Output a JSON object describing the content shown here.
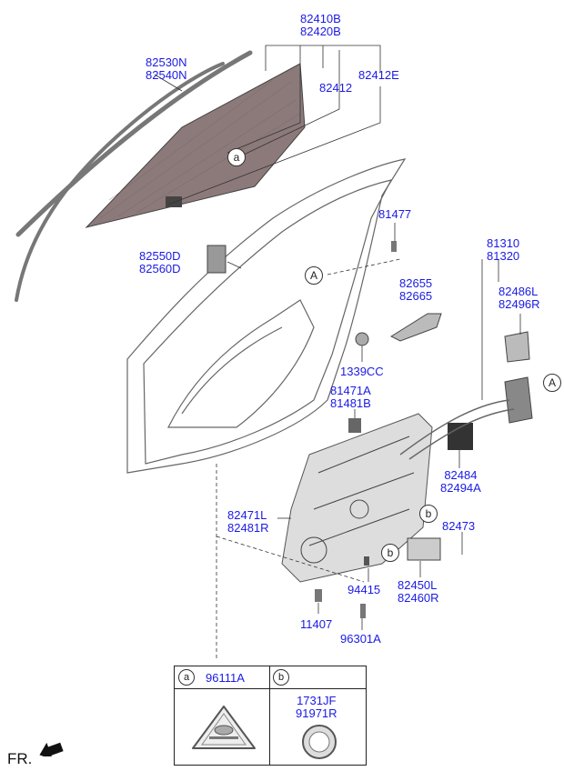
{
  "parts": {
    "window_glass": [
      "82410B",
      "82420B"
    ],
    "run_channel": [
      "82530N",
      "82540N"
    ],
    "glass_part_1": "82412",
    "glass_part_2": "82412E",
    "door_bracket": [
      "82550D",
      "82560D"
    ],
    "bolt_top": "81477",
    "handle_lock": [
      "81310",
      "81320"
    ],
    "handle_assy": [
      "82655",
      "82665"
    ],
    "cover": [
      "82486L",
      "82496R"
    ],
    "nut": "1339CC",
    "striker": [
      "81471A",
      "81481B"
    ],
    "bracket_plate": [
      "82484",
      "82494A"
    ],
    "regulator_panel": [
      "82471L",
      "82481R"
    ],
    "motor_part": "82473",
    "screw_small": "94415",
    "motor": [
      "82450L",
      "82460R"
    ],
    "bolt_bottom": "11407",
    "grommet": "96301A"
  },
  "callouts": {
    "a": "a",
    "b": "b",
    "A": "A"
  },
  "legend": {
    "a_letter": "a",
    "a_part": "96111A",
    "b_letter": "b",
    "b_parts": [
      "1731JF",
      "91971R"
    ]
  },
  "orientation_label": "FR.",
  "colors": {
    "label": "#1a1ae6",
    "line": "#333333",
    "glass": "#7a6a6a"
  }
}
